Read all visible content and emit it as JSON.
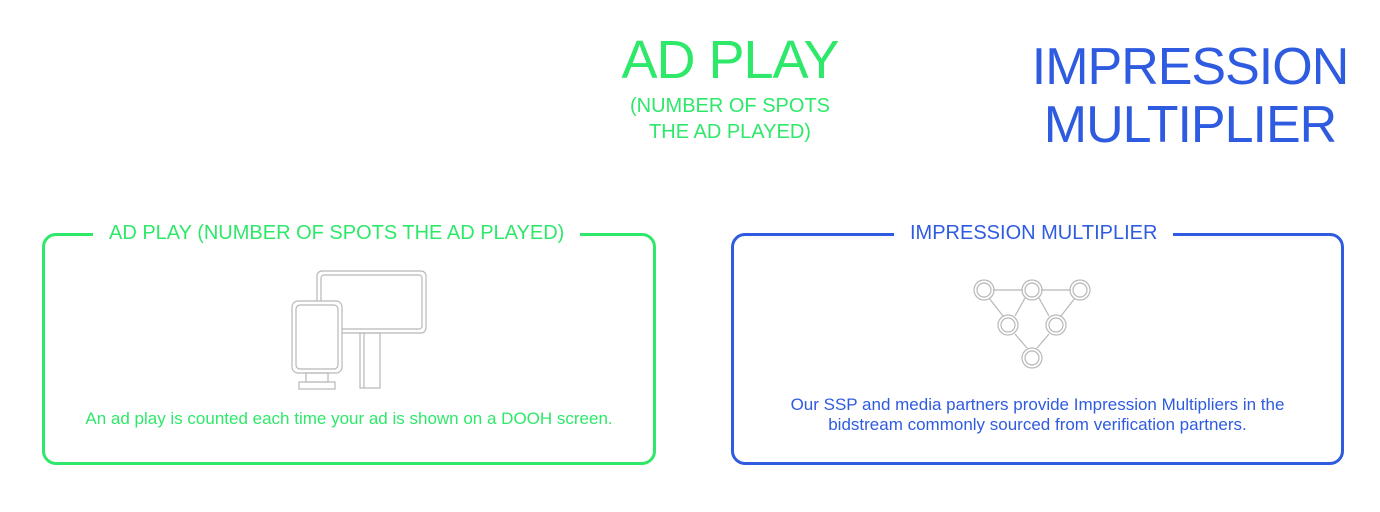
{
  "header": {
    "ad_play": {
      "title": "AD PLAY",
      "subtitle_line1": "(NUMBER OF SPOTS",
      "subtitle_line2": "THE AD PLAYED)"
    },
    "impression_multiplier": {
      "title_line1": "IMPRESSION",
      "title_line2": "MULTIPLIER"
    }
  },
  "cards": {
    "ad_play": {
      "label": "AD PLAY (NUMBER OF SPOTS THE AD PLAYED)",
      "description": "An ad play is counted each time your ad is shown on a DOOH screen.",
      "icon": "dooh-screens-icon"
    },
    "impression_multiplier": {
      "label": "IMPRESSION MULTIPLIER",
      "description_line1": "Our SSP and media partners provide Impression Multipliers in the",
      "description_line2": "bidstream commonly sourced from verification partners.",
      "icon": "network-nodes-icon"
    }
  },
  "colors": {
    "green": "#2ee86a",
    "blue": "#2f5be0",
    "icon_stroke": "#b8b8b8"
  }
}
